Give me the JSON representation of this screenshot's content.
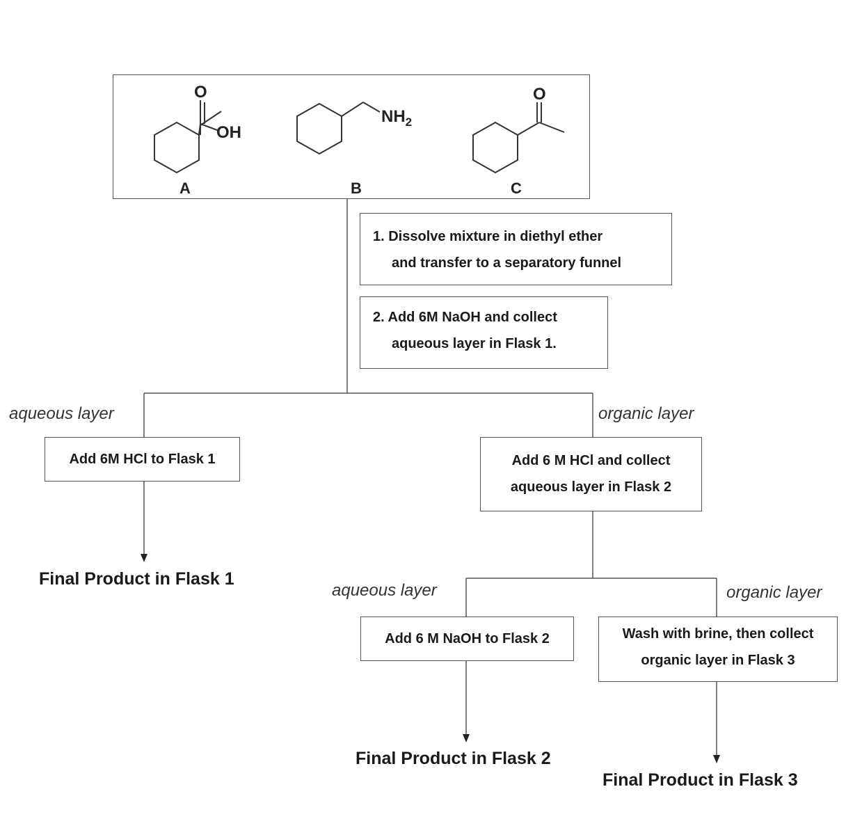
{
  "compounds": {
    "a": {
      "label": "A",
      "group": "OH",
      "carbonyl_o": "O"
    },
    "b": {
      "label": "B",
      "group": "NH",
      "group_sub": "2"
    },
    "c": {
      "label": "C",
      "carbonyl_o": "O"
    }
  },
  "steps": {
    "step1": {
      "line1": "1. Dissolve mixture in diethyl ether",
      "line2": "and transfer to a separatory funnel"
    },
    "step2": {
      "line1": "2. Add 6M NaOH and collect",
      "line2": "aqueous layer in Flask 1."
    }
  },
  "branch1": {
    "left_label": "aqueous layer",
    "right_label": "organic layer",
    "left_box": "Add 6M HCl to Flask 1",
    "right_box": {
      "line1": "Add 6 M HCl and collect",
      "line2": "aqueous layer in Flask 2"
    },
    "left_final": "Final Product in Flask 1"
  },
  "branch2": {
    "left_label": "aqueous layer",
    "right_label": "organic layer",
    "left_box": "Add 6 M NaOH to Flask 2",
    "right_box": {
      "line1": "Wash with brine, then collect",
      "line2": "organic layer in Flask 3"
    },
    "left_final": "Final Product in Flask 2",
    "right_final": "Final Product in Flask 3"
  }
}
